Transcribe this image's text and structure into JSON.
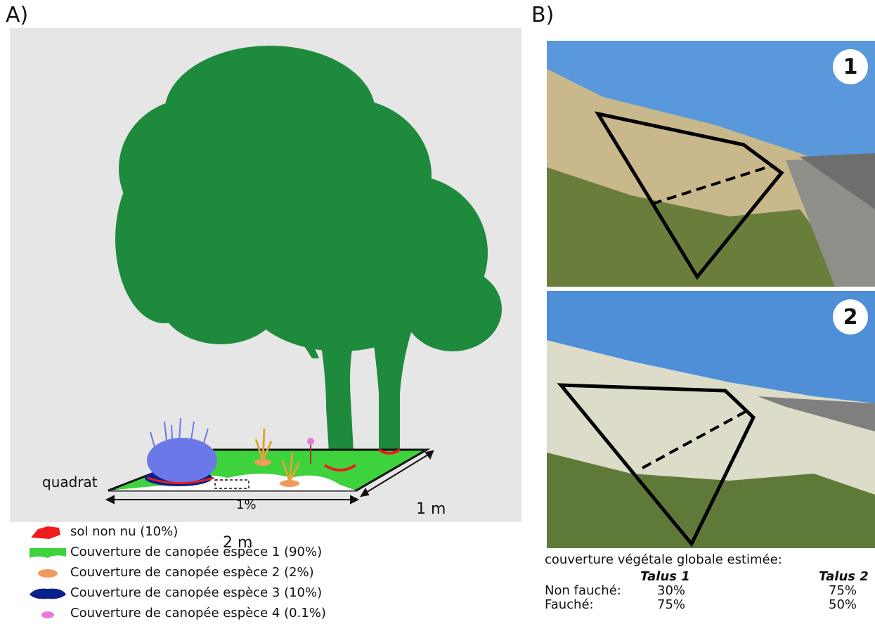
{
  "panel_a": {
    "label": "A)",
    "quadrat_label": "quadrat",
    "width_label": "2 m",
    "depth_label": "1 m",
    "bare_soil_label": "1%",
    "legend": [
      {
        "icon": "red-blob-icon",
        "color": "#ee1c1c",
        "text": "sol non nu (10%)"
      },
      {
        "icon": "green-shape-icon",
        "color": "#3ed23c",
        "text": "Couverture de canopée espèce 1 (90%)"
      },
      {
        "icon": "orange-ellipse-icon",
        "color": "#f2995e",
        "text": "Couverture de canopée espèce 2 (2%)"
      },
      {
        "icon": "navy-blob-icon",
        "color": "#0b1f8a",
        "text": "Couverture de canopée espèce 3 (10%)"
      },
      {
        "icon": "pink-ellipse-icon",
        "color": "#e57bd8",
        "text": "Couverture de canopée espèce 4 (0.1%)"
      }
    ]
  },
  "panel_b": {
    "label": "B)",
    "photos": [
      {
        "number": "1"
      },
      {
        "number": "2"
      }
    ],
    "table": {
      "caption": "couverture végétale  globale estimée:",
      "headers": [
        "",
        "Talus 1",
        "Talus 2"
      ],
      "rows": [
        {
          "label": "Non fauché:",
          "talus1": "30%",
          "talus2": "75%"
        },
        {
          "label": "Fauché:",
          "talus1": "75%",
          "talus2": "50%"
        }
      ]
    }
  },
  "colors": {
    "scene_bg": "#e6e6e6",
    "tree": "#1e8a3c",
    "quadrat_green": "#3ed23c",
    "sky": "#4d8fd6",
    "dry_bank": "#c9b88c",
    "grass": "#5e7d3a"
  }
}
